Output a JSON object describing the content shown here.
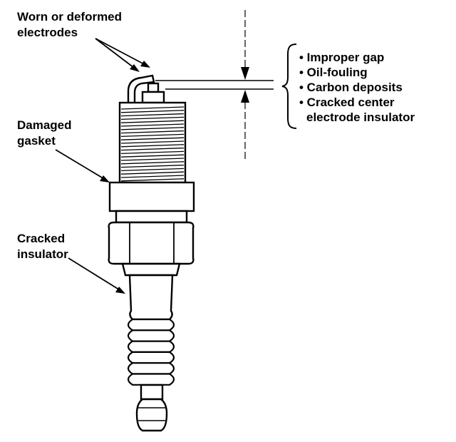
{
  "labels": {
    "worn_electrodes": [
      "Worn or deformed",
      "electrodes"
    ],
    "damaged_gasket": [
      "Damaged",
      "gasket"
    ],
    "cracked_insulator": [
      "Cracked",
      "insulator"
    ]
  },
  "gap_issues": [
    "• Improper gap",
    "• Oil-fouling",
    "• Carbon deposits",
    "• Cracked center",
    "electrode insulator"
  ]
}
